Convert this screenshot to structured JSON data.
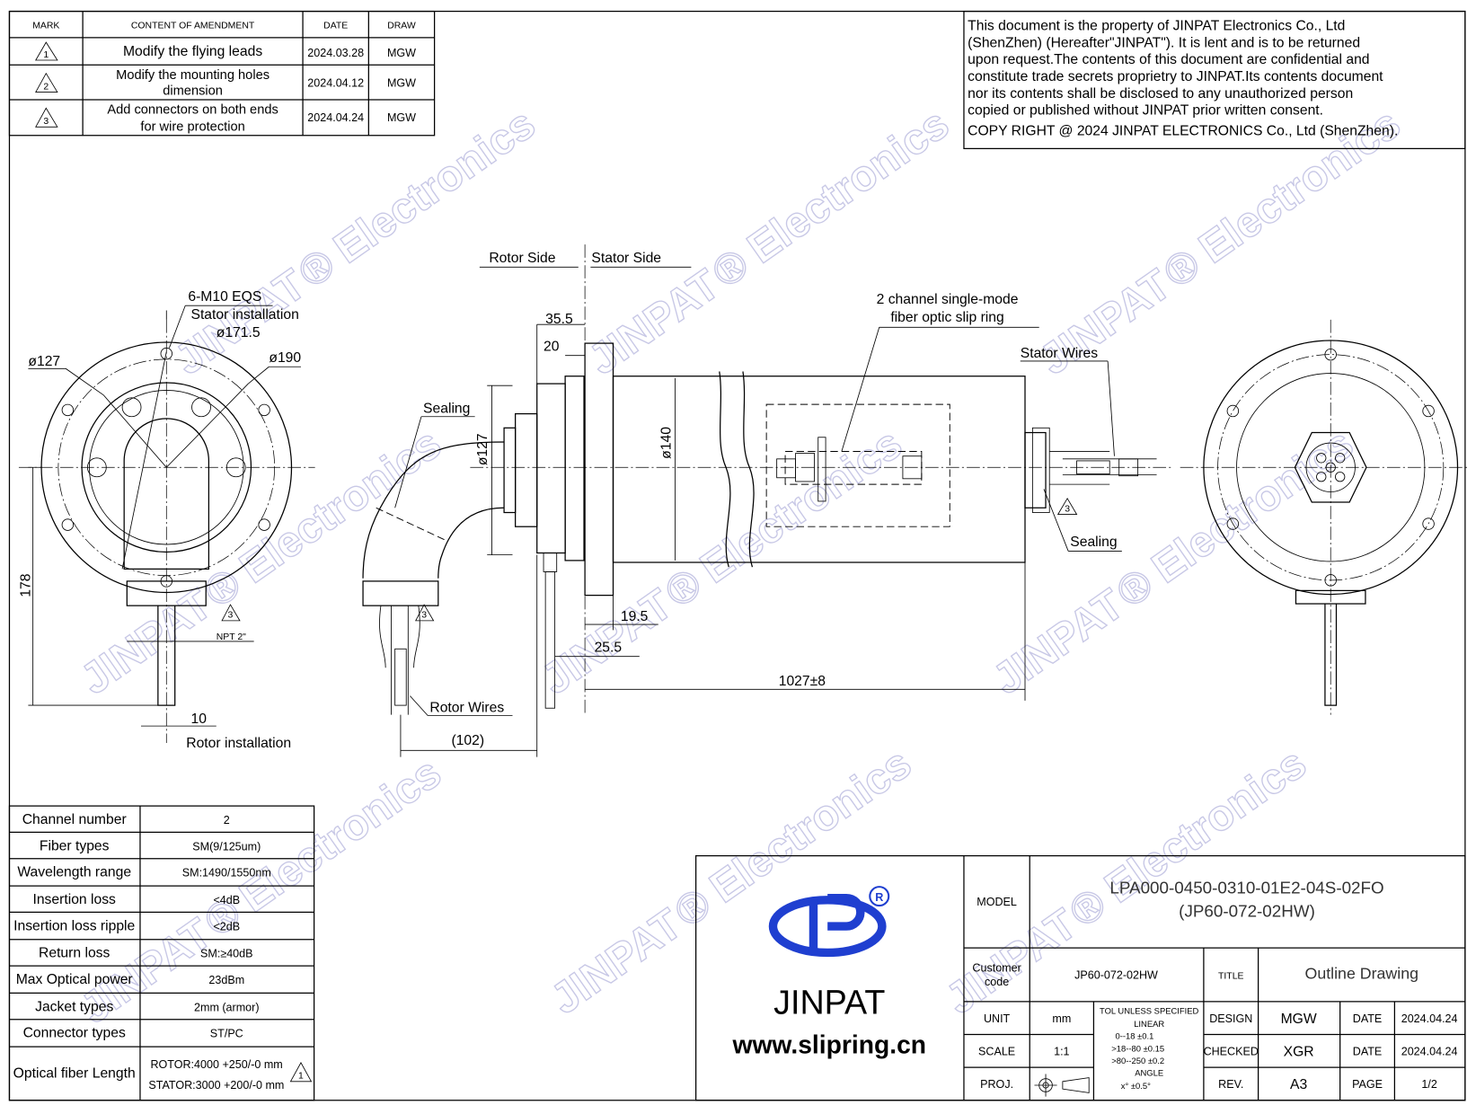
{
  "revisions": {
    "headers": {
      "mark": "MARK",
      "content": "CONTENT OF AMENDMENT",
      "date": "DATE",
      "draw": "DRAW"
    },
    "rows": [
      {
        "mark": "1",
        "content": [
          "Modify the flying leads"
        ],
        "date": "2024.03.28",
        "draw": "MGW"
      },
      {
        "mark": "2",
        "content": [
          "Modify the mounting holes",
          "dimension"
        ],
        "date": "2024.04.12",
        "draw": "MGW"
      },
      {
        "mark": "3",
        "content": [
          "Add connectors on both ends",
          "for wire protection"
        ],
        "date": "2024.04.24",
        "draw": "MGW"
      }
    ]
  },
  "notice": [
    "This document is the property of JINPAT Electronics  Co.,  Ltd",
    "(ShenZhen) (Hereafter\"JINPAT\"). It is lent and is to be returned",
    "upon request.The contents of this document are confidential and",
    "constitute trade secrets proprietry to JINPAT.Its contents document",
    "nor its contents shall be disclosed to any unauthorized person",
    "copied or published without  JINPAT prior written consent.",
    "COPY RIGHT @ 2024 JINPAT ELECTRONICS  Co., Ltd (ShenZhen)."
  ],
  "watermark": {
    "brand": "JINPAT",
    "reg": "®",
    "suffix": "Electronics"
  },
  "drawing": {
    "left_view": {
      "holes": "6-M10 EQS",
      "stator_install": "Stator installation",
      "d171": "ø171.5",
      "d127": "ø127",
      "d190": "ø190",
      "h178": "178",
      "npt": "NPT 2\"",
      "w10": "10",
      "rotor_install": "Rotor installation",
      "rev_mark": "3"
    },
    "side_view": {
      "rotor_side": "Rotor Side",
      "stator_side": "Stator Side",
      "d35": "35.5",
      "d20": "20",
      "sealing_left": "Sealing",
      "d127": "ø127",
      "d140": "ø140",
      "fiber_label": [
        "2 channel single-mode",
        "fiber optic slip ring"
      ],
      "stator_wires": "Stator Wires",
      "sealing_right": "Sealing",
      "d19": "19.5",
      "d25": "25.5",
      "length": "1027±8",
      "rotor_wires": "Rotor Wires",
      "d102": "(102)",
      "rev_mark_left": "3",
      "rev_mark_right": "3"
    }
  },
  "specs": [
    {
      "label": "Channel number",
      "value": [
        "2"
      ]
    },
    {
      "label": "Fiber types",
      "value": [
        "SM(9/125um)"
      ]
    },
    {
      "label": "Wavelength range",
      "value": [
        "SM:1490/1550nm"
      ]
    },
    {
      "label": "Insertion loss",
      "value": [
        "<4dB"
      ]
    },
    {
      "label": "Insertion loss ripple",
      "value": [
        "<2dB"
      ]
    },
    {
      "label": "Return loss",
      "value": [
        "SM:≥40dB"
      ]
    },
    {
      "label": "Max Optical power",
      "value": [
        "23dBm"
      ]
    },
    {
      "label": "Jacket types",
      "value": [
        "2mm (armor)"
      ]
    },
    {
      "label": "Connector types",
      "value": [
        "ST/PC"
      ]
    },
    {
      "label": "Optical fiber Length",
      "value": [
        "ROTOR:4000 +250/-0 mm",
        "STATOR:3000 +200/-0 mm"
      ],
      "rev_mark": "1"
    }
  ],
  "title_block": {
    "company": "JINPAT",
    "website": "www.slipring.cn",
    "model_label": "MODEL",
    "model": [
      "LPA000-0450-0310-01E2-04S-02FO",
      "(JP60-072-02HW)"
    ],
    "customer_label": [
      "Customer",
      "code"
    ],
    "customer_code": "JP60-072-02HW",
    "title_label": "TITLE",
    "title": "Outline Drawing",
    "unit_label": "UNIT",
    "unit": "mm",
    "scale_label": "SCALE",
    "scale": "1:1",
    "proj_label": "PROJ.",
    "tol": [
      "TOL UNLESS SPECIFIED",
      "LINEAR",
      "0--18      ±0.1",
      ">18--80    ±0.15",
      ">80--250  ±0.2",
      "ANGLE",
      "x°         ±0.5°"
    ],
    "design_label": "DESIGN",
    "design": "MGW",
    "checked_label": "CHECKED",
    "checked": "XGR",
    "rev_label": "REV.",
    "rev": "A3",
    "date_label": "DATE",
    "date1": "2024.04.24",
    "date2": "2024.04.24",
    "page_label": "PAGE",
    "page": "1/2",
    "colors": {
      "logo_blue": "#1f3fd0"
    }
  }
}
